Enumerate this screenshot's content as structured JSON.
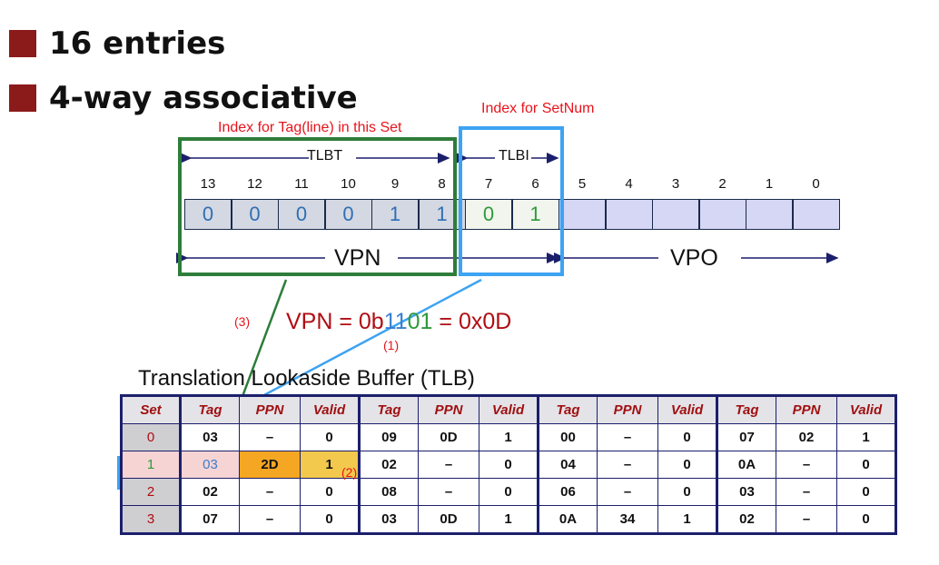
{
  "bullets": [
    "16 entries",
    "4-way associative"
  ],
  "notes": {
    "index_tag": "Index for Tag(line) in this Set",
    "index_set": "Index for SetNum",
    "step1": "(1)",
    "step2": "(2)",
    "step3": "(3)"
  },
  "address": {
    "tlbt_label": "TLBT",
    "tlbi_label": "TLBI",
    "vpn_label": "VPN",
    "vpo_label": "VPO",
    "bit_numbers": [
      "13",
      "12",
      "11",
      "10",
      "9",
      "8",
      "7",
      "6",
      "5",
      "4",
      "3",
      "2",
      "1",
      "0"
    ],
    "bit_values": [
      "0",
      "0",
      "0",
      "0",
      "1",
      "1",
      "0",
      "1",
      "",
      "",
      "",
      "",
      "",
      ""
    ]
  },
  "equation": {
    "prefix": "VPN = 0b",
    "bits_tag": "11",
    "bits_index": "01",
    "suffix": " = 0x0D"
  },
  "tlb": {
    "title": "Translation Lookaside Buffer (TLB)",
    "headers": [
      "Set",
      "Tag",
      "PPN",
      "Valid",
      "Tag",
      "PPN",
      "Valid",
      "Tag",
      "PPN",
      "Valid",
      "Tag",
      "PPN",
      "Valid"
    ],
    "rows": [
      [
        "0",
        "03",
        "–",
        "0",
        "09",
        "0D",
        "1",
        "00",
        "–",
        "0",
        "07",
        "02",
        "1"
      ],
      [
        "1",
        "03",
        "2D",
        "1",
        "02",
        "–",
        "0",
        "04",
        "–",
        "0",
        "0A",
        "–",
        "0"
      ],
      [
        "2",
        "02",
        "–",
        "0",
        "08",
        "–",
        "0",
        "06",
        "–",
        "0",
        "03",
        "–",
        "0"
      ],
      [
        "3",
        "07",
        "–",
        "0",
        "03",
        "0D",
        "1",
        "0A",
        "34",
        "1",
        "02",
        "–",
        "0"
      ]
    ]
  },
  "colors": {
    "tag_box": "#2e7d3a",
    "index_box": "#3da3f2",
    "hit_ppn": "#f5a623",
    "hit_valid": "#f2c94c",
    "hit_set": "#f6d4d4",
    "header_text": "#a01010"
  }
}
